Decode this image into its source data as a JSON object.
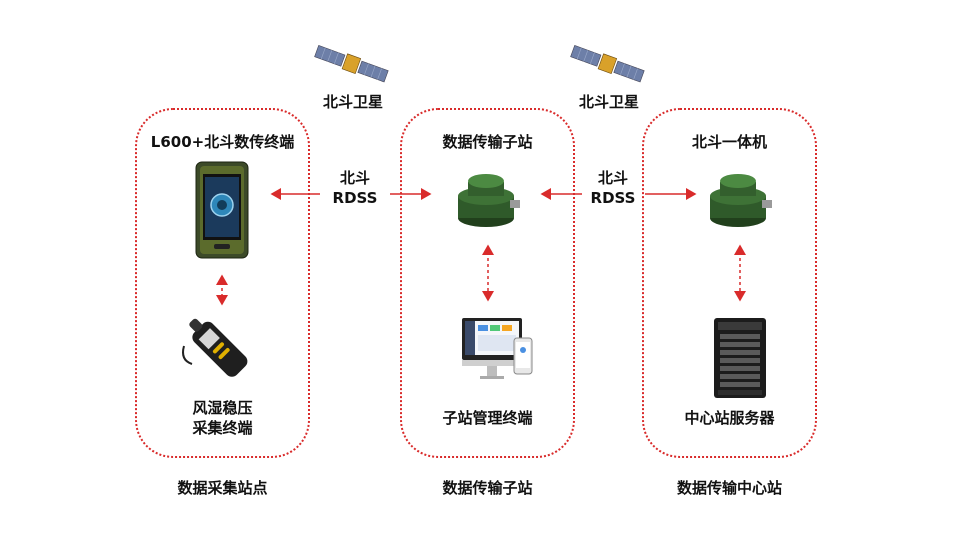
{
  "satellites": [
    {
      "label": "北斗卫星"
    },
    {
      "label": "北斗卫星"
    }
  ],
  "stations": [
    {
      "title": "L600+北斗数传终端",
      "device_label": "风湿稳压\n采集终端",
      "caption": "数据采集站点"
    },
    {
      "title": "数据传输子站",
      "device_label": "子站管理终端",
      "caption": "数据传输子站"
    },
    {
      "title": "北斗一体机",
      "device_label": "中心站服务器",
      "caption": "数据传输中心站"
    }
  ],
  "links": [
    {
      "line1": "北斗",
      "line2": "RDSS"
    },
    {
      "line1": "北斗",
      "line2": "RDSS"
    }
  ],
  "colors": {
    "accent": "#d92b2b",
    "terminal_green": "#2f5a2a"
  }
}
